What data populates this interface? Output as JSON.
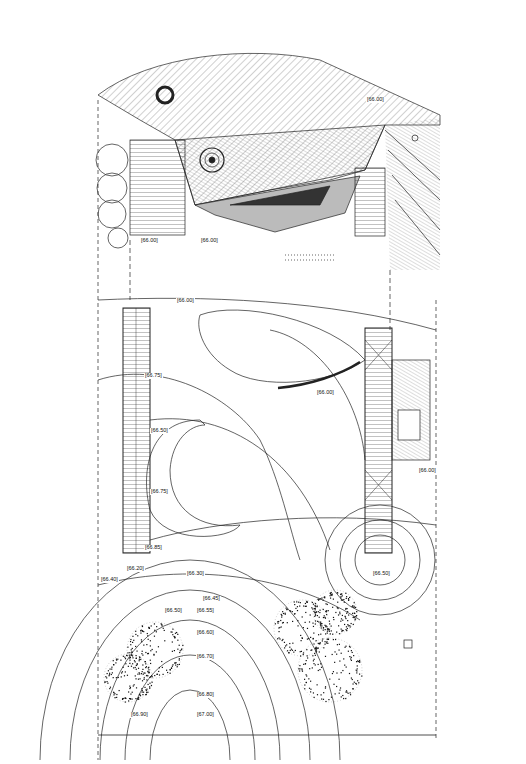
{
  "diagram": {
    "labels": [
      "[66.00]",
      "[66.00]",
      "[66.00]",
      "[66.00]",
      "[66.00]",
      "[66.75]",
      "[66.50]",
      "[66.75]",
      "[66.85]",
      "[66.00]",
      "[66.50]",
      "[66.20]",
      "[66.30]",
      "[66.40]",
      "[66.45]",
      "[66.50]",
      "[66.55]",
      "[66.60]",
      "[66.70]",
      "[66.80]",
      "[66.90]",
      "[67.00]"
    ]
  }
}
